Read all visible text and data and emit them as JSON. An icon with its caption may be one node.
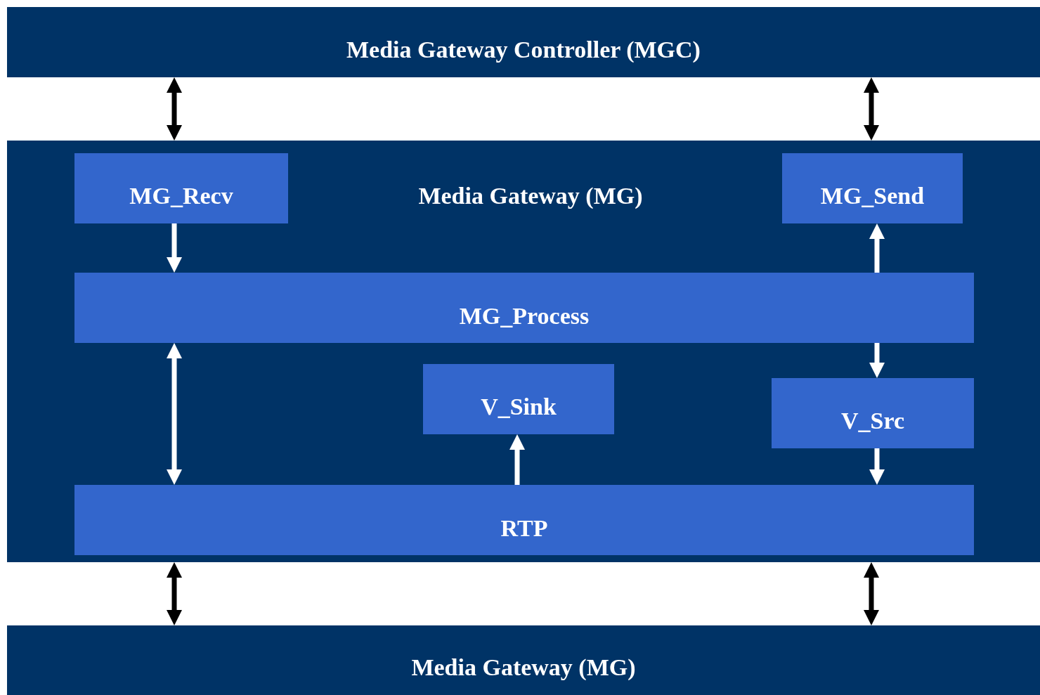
{
  "diagram": {
    "nodes": [
      {
        "text": [
          "Media Gateway Controller (MGC)"
        ]
      },
      {
        "text": [
          "Media Gateway (MG)"
        ]
      },
      {
        "text": [
          "MG_Recv"
        ],
        "in": 1
      },
      {
        "text": [
          "MG_Send"
        ],
        "in": 1
      },
      {
        "text": [
          "MG_Process"
        ],
        "in": 1
      },
      {
        "text": [
          "V_Sink"
        ],
        "in": 1
      },
      {
        "text": [
          "V_Src"
        ],
        "in": 1
      },
      {
        "text": [
          "RTP"
        ],
        "in": 1
      },
      {
        "text": [
          "Media Gateway (MG)"
        ]
      }
    ],
    "edges": [
      {
        "from": 0,
        "to": 1,
        "arrow": "both",
        "color": "#000000"
      },
      {
        "from": 0,
        "to": 1,
        "arrow": "both",
        "color": "#000000"
      },
      {
        "from": 2,
        "to": 4,
        "arrow": "to"
      },
      {
        "from": 4,
        "to": 3,
        "arrow": "to"
      },
      {
        "from": 4,
        "to": 7,
        "arrow": "both"
      },
      {
        "from": 7,
        "to": 5,
        "arrow": "to"
      },
      {
        "from": 4,
        "to": 6,
        "arrow": "to"
      },
      {
        "from": 6,
        "to": 7,
        "arrow": "to"
      },
      {
        "from": 1,
        "to": 8,
        "arrow": "both",
        "color": "#000000"
      },
      {
        "from": 1,
        "to": 8,
        "arrow": "both",
        "color": "#000000"
      }
    ]
  }
}
